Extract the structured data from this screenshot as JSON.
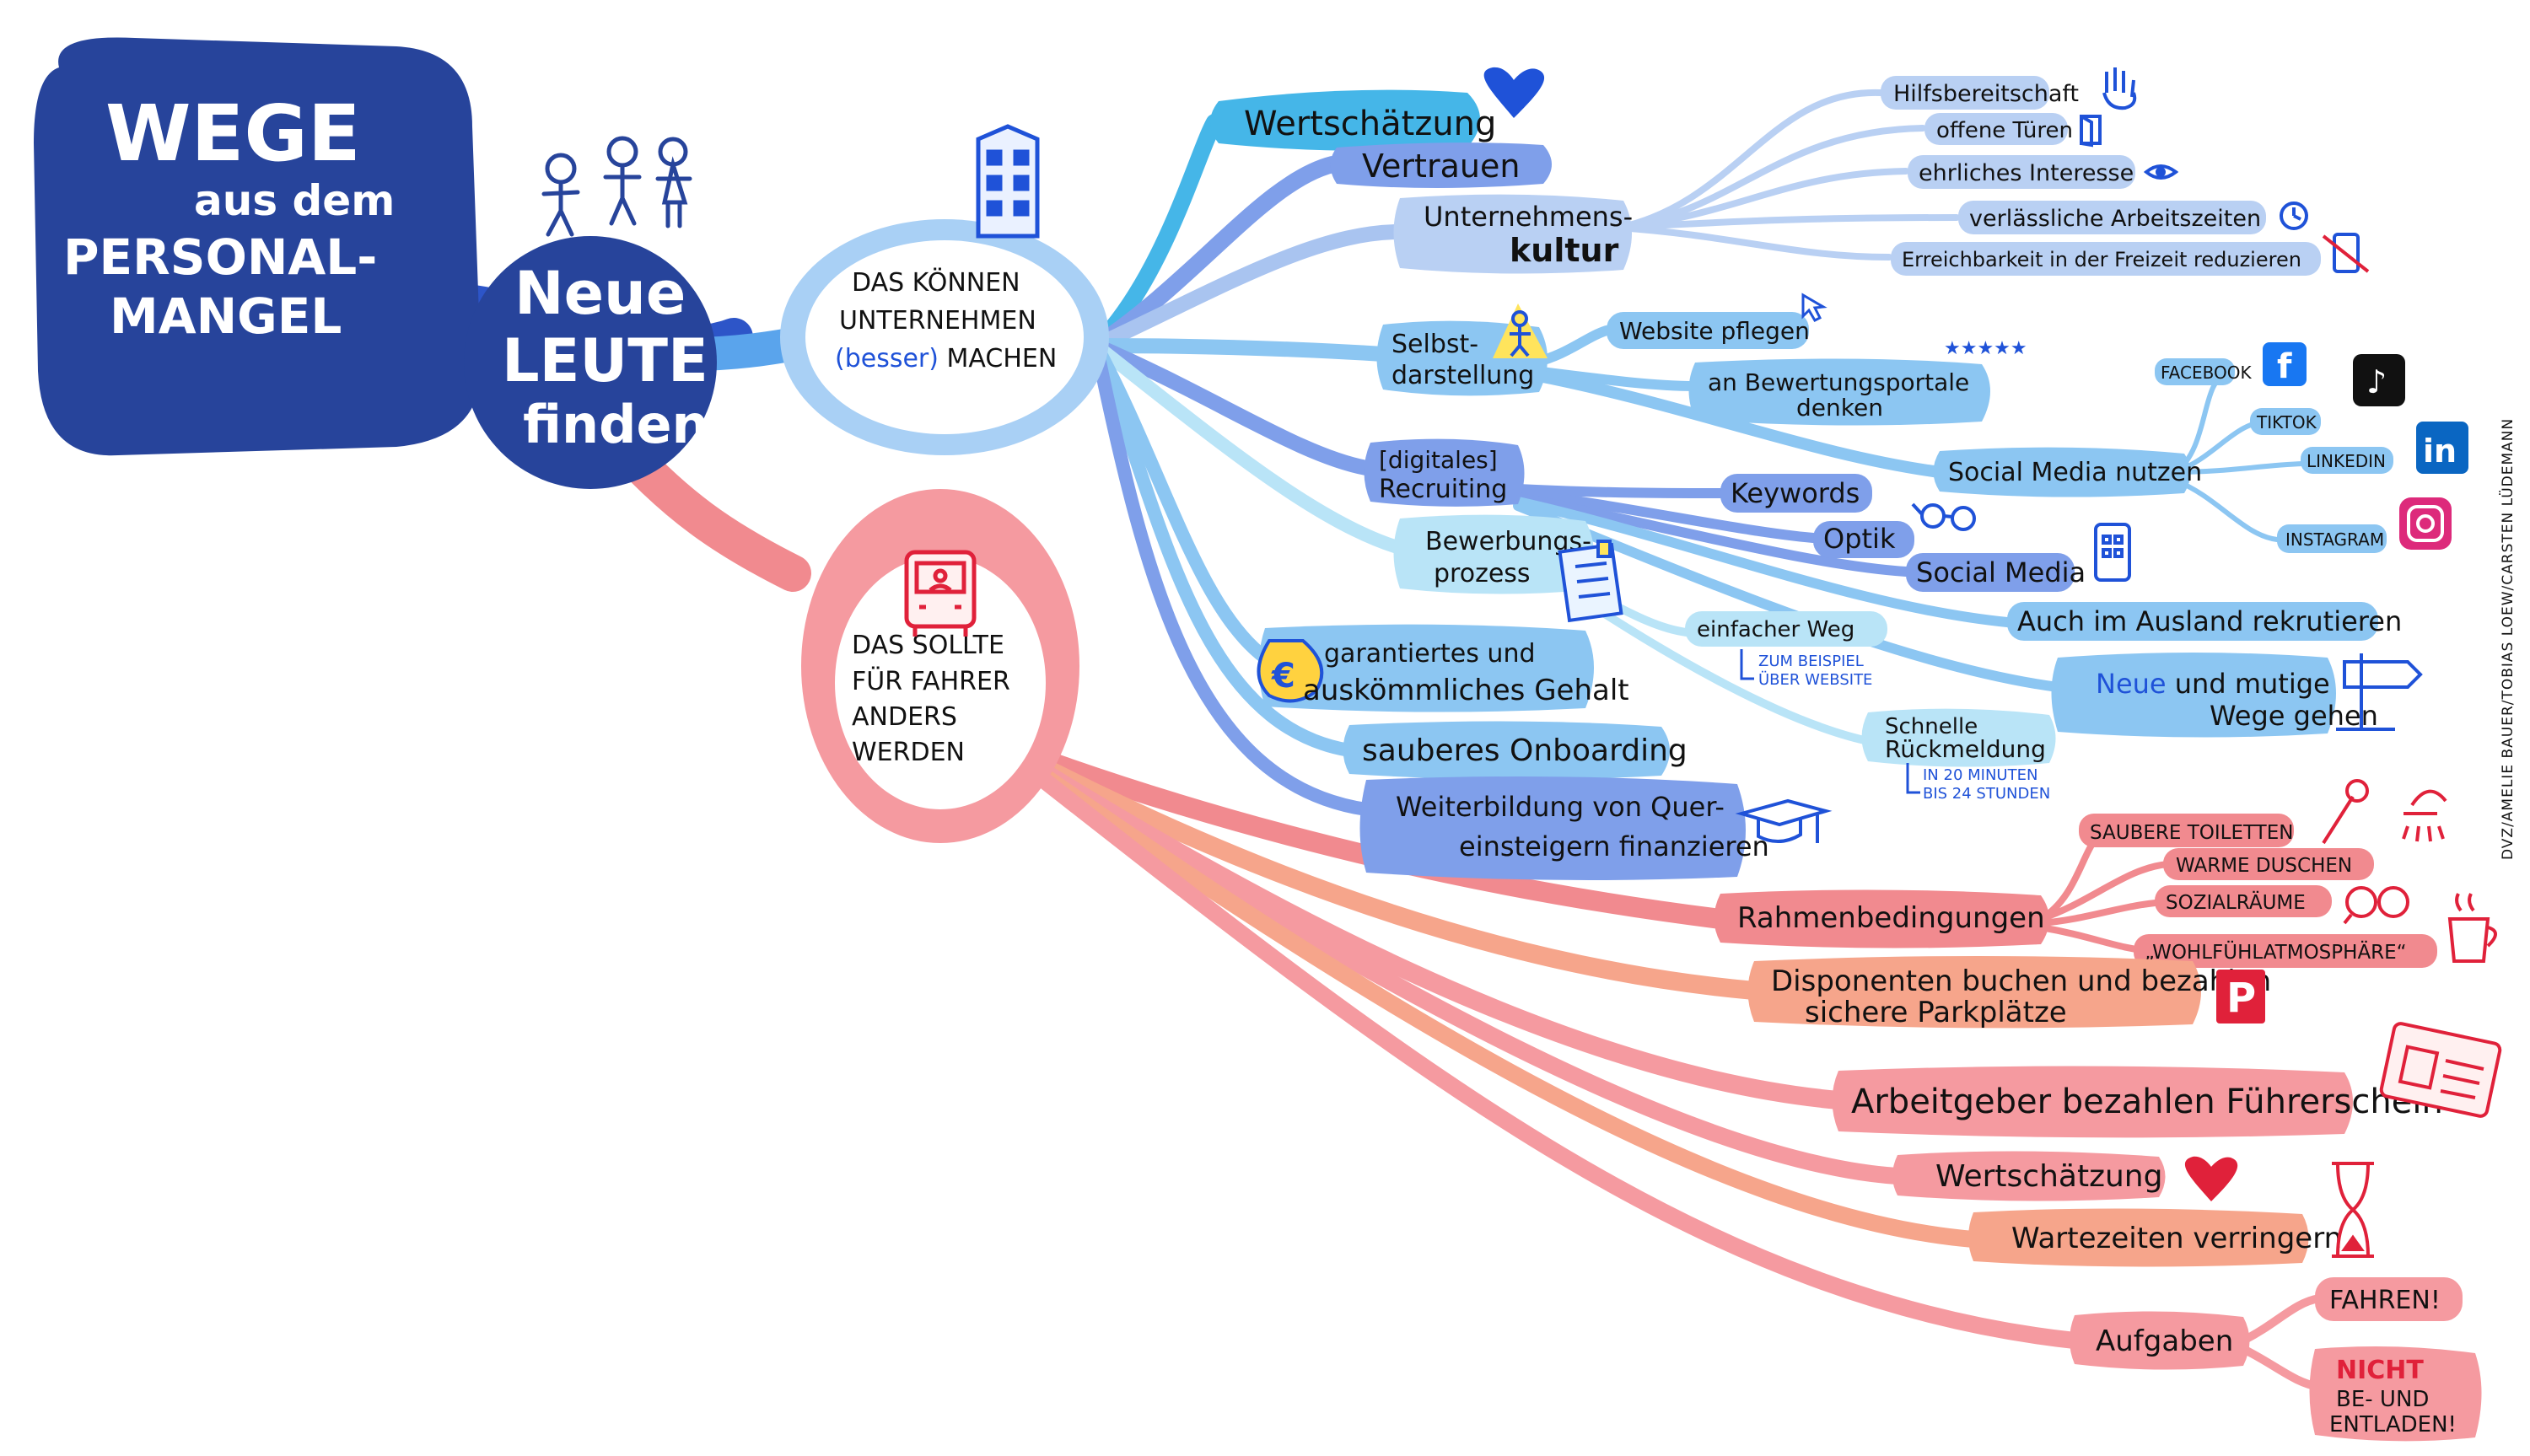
{
  "title": {
    "line1": "WEGE",
    "line2": "aus dem",
    "line3": "PERSONAL-",
    "line4": "MANGEL"
  },
  "center": {
    "line1": "Neue",
    "line2": "LEUTE",
    "line3": "finden"
  },
  "company_branch": {
    "label": {
      "line1": "DAS KÖNNEN",
      "line2": "UNTERNEHMEN",
      "highlight": "(besser)",
      "line3": " MACHEN"
    },
    "items": {
      "wertschaetzung": "Wertschätzung",
      "vertrauen": "Vertrauen",
      "kultur": {
        "line1": "Unternehmens-",
        "line2": "kultur",
        "children": [
          "Hilfsbereitschaft",
          "offene Türen",
          "ehrliches Interesse",
          "verlässliche Arbeitszeiten",
          "Erreichbarkeit in der Freizeit reduzieren"
        ]
      },
      "selbstdarstellung": {
        "line1": "Selbst-",
        "line2": "darstellung",
        "website": "Website pflegen",
        "portale": {
          "line1": "an Bewertungsportale",
          "line2": "denken",
          "stars": "★★★★★"
        },
        "social": {
          "label": "Social Media nutzen",
          "channels": [
            "FACEBOOK",
            "TIKTOK",
            "LINKEDIN",
            "INSTAGRAM"
          ]
        }
      },
      "recruiting": {
        "line1": "[digitales]",
        "line2": "Recruiting",
        "children": [
          "Keywords",
          "Optik",
          "Social Media",
          "Auch im Ausland rekrutieren"
        ],
        "wege": {
          "neue": "Neue",
          "rest1": " und mutige",
          "line2": "Wege gehen"
        }
      },
      "bewerbung": {
        "line1": "Bewerbungs-",
        "line2": "prozess",
        "weg": {
          "label": "einfacher Weg",
          "note1": "ZUM BEISPIEL",
          "note2": "ÜBER WEBSITE"
        },
        "rueck": {
          "line1": "Schnelle",
          "line2": "Rückmeldung",
          "note1": "IN 20 MINUTEN",
          "note2": "BIS 24 STUNDEN"
        }
      },
      "gehalt": {
        "line1": "garantiertes und",
        "line2": "auskömmliches Gehalt"
      },
      "onboarding": "sauberes Onboarding",
      "weiterbildung": {
        "line1": "Weiterbildung von Quer-",
        "line2": "einsteigern finanzieren"
      }
    }
  },
  "driver_branch": {
    "label": {
      "line1": "DAS SOLLTE",
      "line2": "FÜR FAHRER",
      "line3": "ANDERS",
      "line4": "WERDEN"
    },
    "items": {
      "rahmen": {
        "label": "Rahmenbedingungen",
        "children": [
          "SAUBERE TOILETTEN",
          "WARME DUSCHEN",
          "SOZIALRÄUME",
          "„WOHLFÜHLATMOSPHÄRE“"
        ]
      },
      "parken": {
        "line1": "Disponenten buchen und bezahlen",
        "line2": "sichere Parkplätze",
        "sign": "P"
      },
      "fuehrerschein": "Arbeitgeber bezahlen Führerschein",
      "wertschaetzung": "Wertschätzung",
      "warten": "Wartezeiten verringern",
      "aufgaben": {
        "label": "Aufgaben",
        "fahren": "FAHREN!",
        "nicht": {
          "word": "NICHT",
          "line2": "BE- UND",
          "line3": "ENTLADEN!"
        }
      }
    }
  },
  "credit": "DVZ/AMELIE BAUER/TOBIAS LOEW/CARSTEN LÜDEMANN",
  "colors": {
    "navy": "#27449b",
    "light_blue": "#a9d0f5",
    "mid_blue": "#7f9fea",
    "pink": "#f59aa0",
    "salmon": "#f6a58b",
    "red": "#e0213a",
    "accent_blue": "#1f52d8"
  }
}
